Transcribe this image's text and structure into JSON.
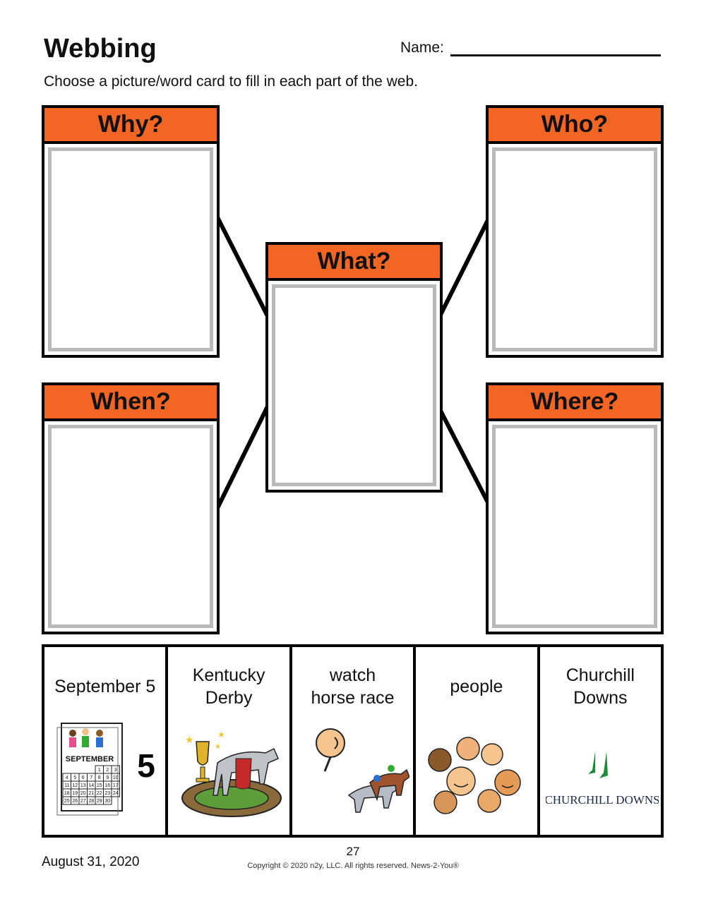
{
  "header": {
    "title": "Webbing",
    "name_label": "Name:",
    "instructions": "Choose a picture/word card to fill in each part of the web."
  },
  "web": {
    "why": "Why?",
    "who": "Who?",
    "what": "What?",
    "when": "When?",
    "where": "Where?"
  },
  "cards": [
    {
      "label": "September 5",
      "icon": "calendar-icon",
      "calendar_month": "SEPTEMBER",
      "big_number": "5",
      "calendar_days": [
        "1",
        "2",
        "3",
        "4",
        "5",
        "6",
        "7",
        "8",
        "9",
        "10",
        "11",
        "12",
        "13",
        "14",
        "15",
        "16",
        "17",
        "18",
        "19",
        "20",
        "21",
        "22",
        "23",
        "24",
        "25",
        "26",
        "27",
        "28",
        "29",
        "30"
      ]
    },
    {
      "label": "Kentucky Derby",
      "label_lines": [
        "Kentucky",
        "Derby"
      ],
      "icon": "derby-trophy-horse-icon"
    },
    {
      "label": "watch horse race",
      "label_lines": [
        "watch",
        "horse race"
      ],
      "icon": "watch-horse-race-icon"
    },
    {
      "label": "people",
      "icon": "people-faces-icon"
    },
    {
      "label": "Churchill Downs",
      "label_lines": [
        "Churchill",
        "Downs"
      ],
      "icon": "churchill-downs-logo",
      "logo_text": "CHURCHILL DOWNS"
    }
  ],
  "footer": {
    "date": "August 31, 2020",
    "page": "27",
    "copyright": "Copyright © 2020 n2y, LLC. All rights reserved. News-2-You®"
  },
  "colors": {
    "header_orange": "#f26522",
    "slot_gray": "#b9b9b9"
  }
}
